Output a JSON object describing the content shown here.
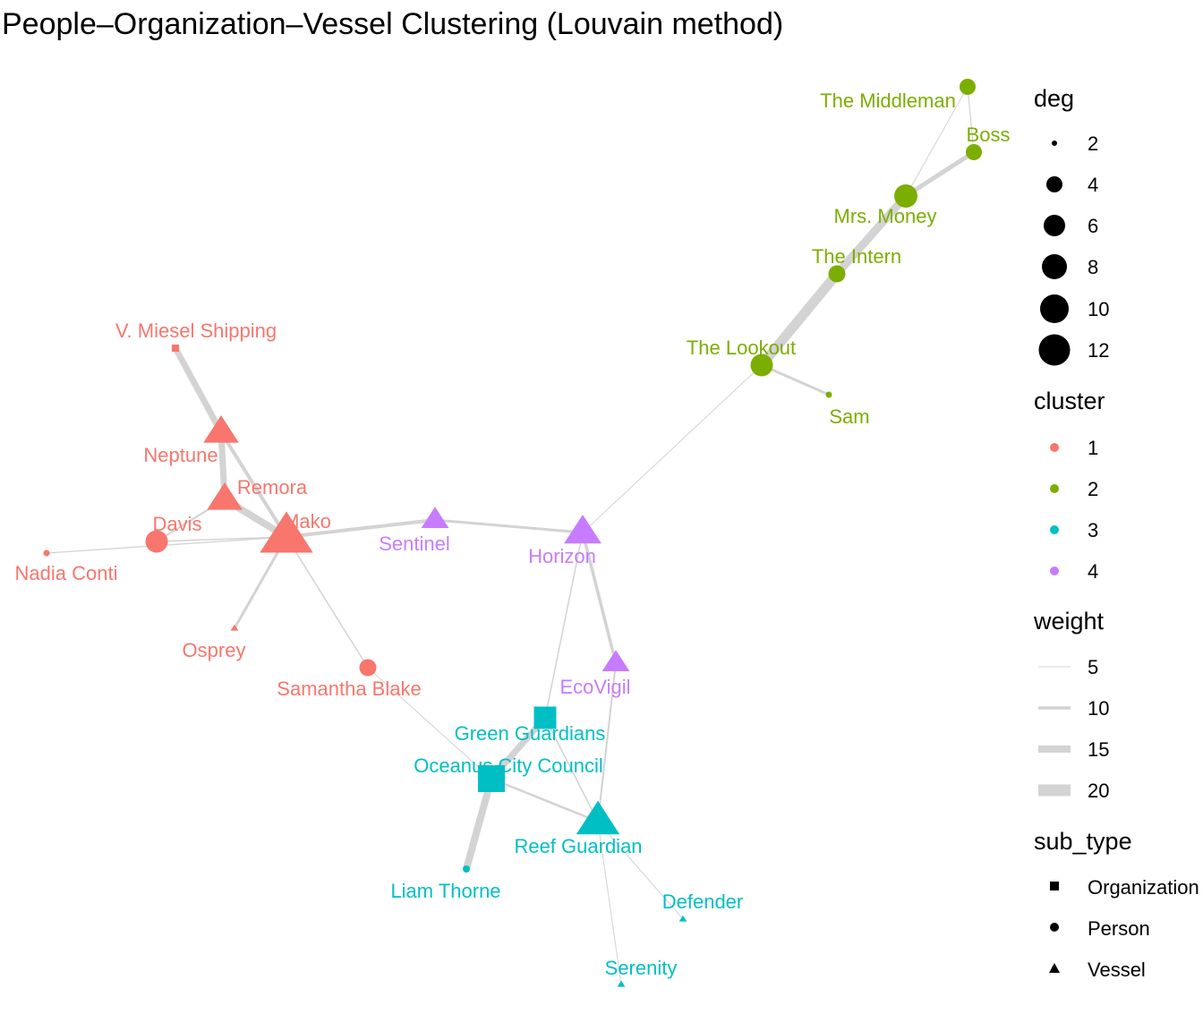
{
  "title": "People–Organization–Vessel Clustering (Louvain method)",
  "colors": {
    "1": "#F8766D",
    "2": "#7CAE00",
    "3": "#00BFC4",
    "4": "#C77CFF",
    "edge": "#d3d3d3"
  },
  "nodes": [
    {
      "id": "the-middleman",
      "label": "The Middleman",
      "cluster": "2",
      "type": "Person"
    },
    {
      "id": "boss",
      "label": "Boss",
      "cluster": "2",
      "type": "Person"
    },
    {
      "id": "mrs-money",
      "label": "Mrs. Money",
      "cluster": "2",
      "type": "Person"
    },
    {
      "id": "the-intern",
      "label": "The Intern",
      "cluster": "2",
      "type": "Person"
    },
    {
      "id": "the-lookout",
      "label": "The Lookout",
      "cluster": "2",
      "type": "Person"
    },
    {
      "id": "sam",
      "label": "Sam",
      "cluster": "2",
      "type": "Person"
    },
    {
      "id": "v-miesel",
      "label": "V. Miesel Shipping",
      "cluster": "1",
      "type": "Organization"
    },
    {
      "id": "neptune",
      "label": "Neptune",
      "cluster": "1",
      "type": "Vessel"
    },
    {
      "id": "remora",
      "label": "Remora",
      "cluster": "1",
      "type": "Vessel"
    },
    {
      "id": "davis",
      "label": "Davis",
      "cluster": "1",
      "type": "Person"
    },
    {
      "id": "mako",
      "label": "Mako",
      "cluster": "1",
      "type": "Vessel"
    },
    {
      "id": "nadia-conti",
      "label": "Nadia Conti",
      "cluster": "1",
      "type": "Person"
    },
    {
      "id": "osprey",
      "label": "Osprey",
      "cluster": "1",
      "type": "Vessel"
    },
    {
      "id": "samantha-blake",
      "label": "Samantha Blake",
      "cluster": "1",
      "type": "Person"
    },
    {
      "id": "sentinel",
      "label": "Sentinel",
      "cluster": "4",
      "type": "Vessel"
    },
    {
      "id": "horizon",
      "label": "Horizon",
      "cluster": "4",
      "type": "Vessel"
    },
    {
      "id": "ecovigil",
      "label": "EcoVigil",
      "cluster": "4",
      "type": "Vessel"
    },
    {
      "id": "green-guardians",
      "label": "Green Guardians",
      "cluster": "3",
      "type": "Organization"
    },
    {
      "id": "oceanus-city-council",
      "label": "Oceanus City Council",
      "cluster": "3",
      "type": "Organization"
    },
    {
      "id": "reef-guardian",
      "label": "Reef Guardian",
      "cluster": "3",
      "type": "Vessel"
    },
    {
      "id": "liam-thorne",
      "label": "Liam Thorne",
      "cluster": "3",
      "type": "Person"
    },
    {
      "id": "defender",
      "label": "Defender",
      "cluster": "3",
      "type": "Vessel"
    },
    {
      "id": "serenity",
      "label": "Serenity",
      "cluster": "3",
      "type": "Vessel"
    }
  ],
  "edges": [
    {
      "source": "the-middleman",
      "target": "mrs-money"
    },
    {
      "source": "the-middleman",
      "target": "boss"
    },
    {
      "source": "boss",
      "target": "mrs-money"
    },
    {
      "source": "mrs-money",
      "target": "the-intern"
    },
    {
      "source": "the-intern",
      "target": "the-lookout"
    },
    {
      "source": "the-lookout",
      "target": "sam"
    },
    {
      "source": "the-lookout",
      "target": "horizon"
    },
    {
      "source": "v-miesel",
      "target": "neptune"
    },
    {
      "source": "neptune",
      "target": "remora"
    },
    {
      "source": "neptune",
      "target": "mako"
    },
    {
      "source": "remora",
      "target": "mako"
    },
    {
      "source": "remora",
      "target": "davis"
    },
    {
      "source": "davis",
      "target": "mako"
    },
    {
      "source": "nadia-conti",
      "target": "mako"
    },
    {
      "source": "osprey",
      "target": "mako"
    },
    {
      "source": "mako",
      "target": "samantha-blake"
    },
    {
      "source": "mako",
      "target": "sentinel"
    },
    {
      "source": "sentinel",
      "target": "horizon"
    },
    {
      "source": "horizon",
      "target": "ecovigil"
    },
    {
      "source": "horizon",
      "target": "green-guardians"
    },
    {
      "source": "ecovigil",
      "target": "reef-guardian"
    },
    {
      "source": "green-guardians",
      "target": "oceanus-city-council"
    },
    {
      "source": "green-guardians",
      "target": "reef-guardian"
    },
    {
      "source": "samantha-blake",
      "target": "oceanus-city-council"
    },
    {
      "source": "oceanus-city-council",
      "target": "reef-guardian"
    },
    {
      "source": "oceanus-city-council",
      "target": "liam-thorne"
    },
    {
      "source": "reef-guardian",
      "target": "defender"
    },
    {
      "source": "reef-guardian",
      "target": "serenity"
    }
  ],
  "legend": {
    "deg": {
      "title": "deg",
      "labels": [
        "2",
        "4",
        "6",
        "8",
        "10",
        "12"
      ]
    },
    "cluster": {
      "title": "cluster",
      "labels": [
        "1",
        "2",
        "3",
        "4"
      ]
    },
    "weight": {
      "title": "weight",
      "labels": [
        "5",
        "10",
        "15",
        "20"
      ]
    },
    "sub_type": {
      "title": "sub_type",
      "labels": [
        "Organization",
        "Person",
        "Vessel"
      ]
    }
  }
}
